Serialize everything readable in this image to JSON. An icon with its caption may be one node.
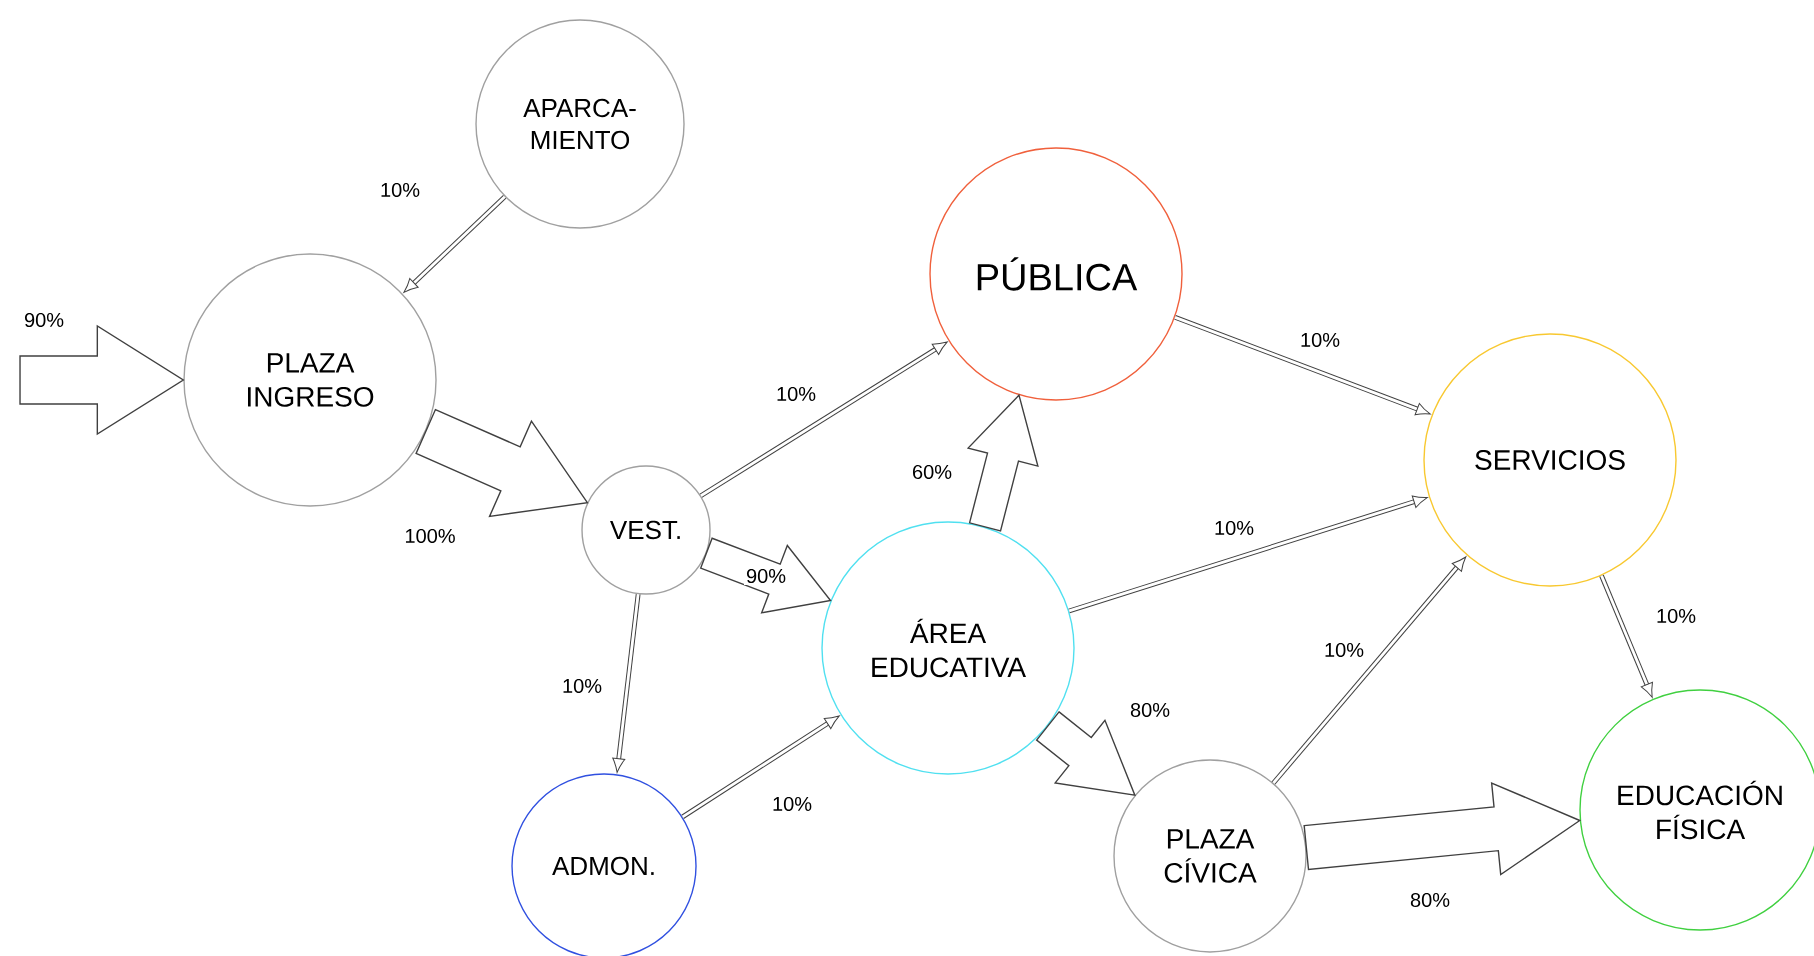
{
  "diagram": {
    "nodes": [
      {
        "text": [
          "APARCA- MIENTO"
        ]
      },
      {
        "text": [
          "PLAZA INGRESO"
        ]
      },
      {
        "text": [
          "VEST."
        ]
      },
      {
        "text": [
          "PÚBLICA"
        ]
      },
      {
        "text": [
          "SERVICIOS"
        ]
      },
      {
        "text": [
          "ÁREA EDUCATIVA"
        ]
      },
      {
        "text": [
          "ADMON."
        ]
      },
      {
        "text": [
          "PLAZA CÍVICA"
        ]
      },
      {
        "text": [
          "EDUCACIÓN FÍSICA"
        ]
      }
    ],
    "edges": [
      {
        "from": null,
        "to": 1,
        "arrow": "to",
        "label": "90%",
        "style": "thick"
      },
      {
        "from": 0,
        "to": 1,
        "arrow": "to",
        "label": "10%"
      },
      {
        "from": 1,
        "to": 2,
        "arrow": "to",
        "label": "100%",
        "style": "thick"
      },
      {
        "from": 2,
        "to": 3,
        "arrow": "to",
        "label": "10%"
      },
      {
        "from": 2,
        "to": 5,
        "arrow": "to",
        "label": "90%",
        "style": "thick"
      },
      {
        "from": 2,
        "to": 6,
        "arrow": "to",
        "label": "10%"
      },
      {
        "from": 6,
        "to": 5,
        "arrow": "to",
        "label": "10%"
      },
      {
        "from": 5,
        "to": 3,
        "arrow": "to",
        "label": "60%",
        "style": "thick"
      },
      {
        "from": 3,
        "to": 4,
        "arrow": "to",
        "label": "10%"
      },
      {
        "from": 5,
        "to": 4,
        "arrow": "to",
        "label": "10%"
      },
      {
        "from": 5,
        "to": 7,
        "arrow": "to",
        "label": "80%",
        "style": "thick"
      },
      {
        "from": 7,
        "to": 4,
        "arrow": "to",
        "label": "10%"
      },
      {
        "from": 4,
        "to": 8,
        "arrow": "to",
        "label": "10%"
      },
      {
        "from": 7,
        "to": 8,
        "arrow": "to",
        "label": "80%",
        "style": "thick"
      }
    ]
  }
}
